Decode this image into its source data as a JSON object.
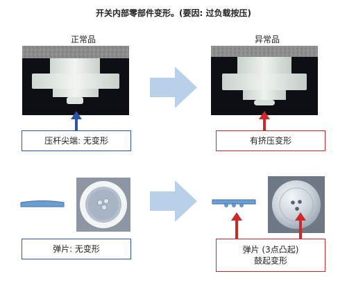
{
  "title": "开关内部零部件变形。(要因: 过负载按压)",
  "normal": {
    "heading": "正常品",
    "plunger_caption": "压杆尖端: 无变形",
    "spring_caption": "弹片: 无变形"
  },
  "abnormal": {
    "heading": "异常品",
    "plunger_caption": "有挤压变形",
    "spring_caption_line1": "弹片 (3点凸起)",
    "spring_caption_line2": "鼓起变形"
  },
  "colors": {
    "normal_accent": "#2a55a8",
    "abnormal_accent": "#cc2a2a",
    "flow_arrow": "#b9d1e8",
    "spring_plate": "#6b9fd3"
  }
}
